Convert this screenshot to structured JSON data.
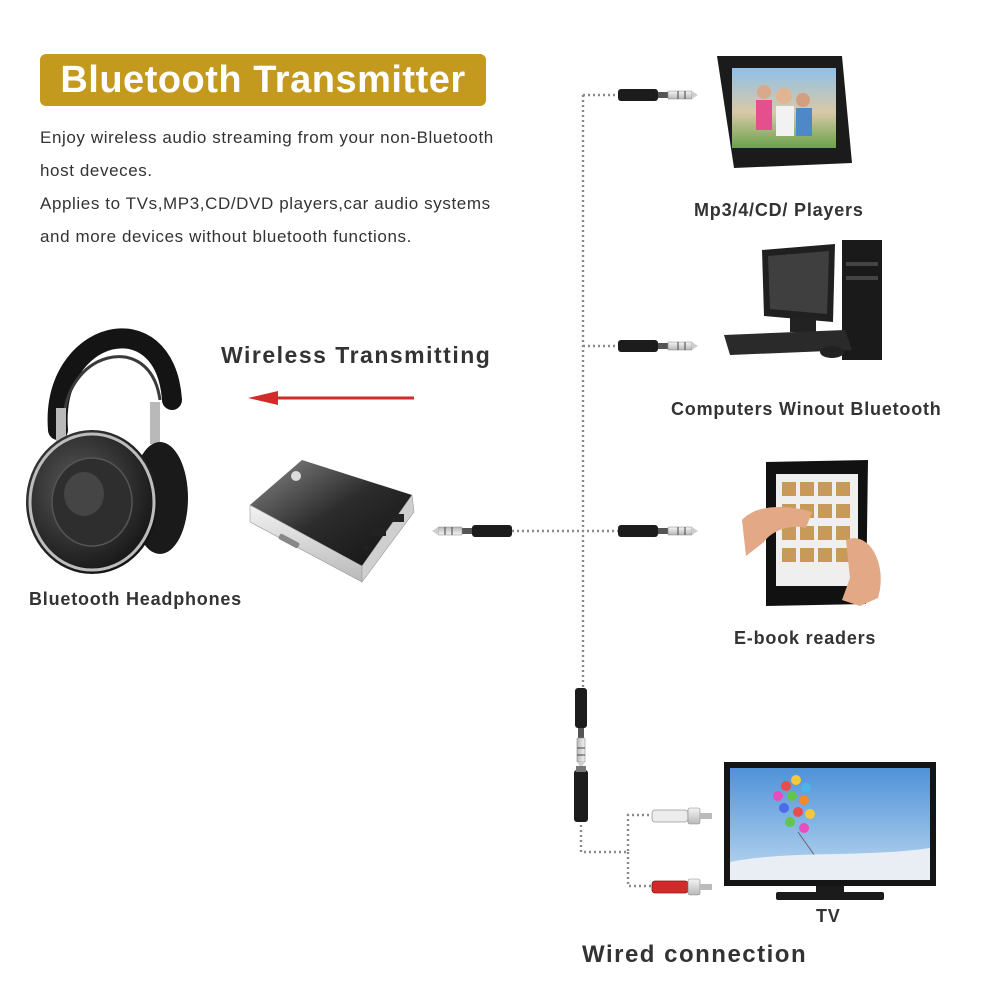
{
  "header": {
    "title": "Bluetooth Transmitter",
    "description_lines": [
      "Enjoy wireless audio streaming from your non-Bluetooth",
      "host deveces.",
      "Applies to TVs,MP3,CD/DVD players,car audio systems",
      "and more devices without bluetooth functions."
    ]
  },
  "wireless": {
    "label": "Wireless Transmitting",
    "arrow_color": "#d32a2a"
  },
  "headphones": {
    "label": "Bluetooth Headphones"
  },
  "devices": {
    "mp3": {
      "label": "Mp3/4/CD/ Players"
    },
    "computer": {
      "label": "Computers Winout Bluetooth"
    },
    "ebook": {
      "label": "E-book readers"
    },
    "tv": {
      "label": "TV"
    }
  },
  "wired": {
    "label": "Wired connection"
  },
  "colors": {
    "accent": "#c39a1d",
    "cable": "#8a8a8a",
    "arrow": "#d32a2a"
  },
  "icons": [
    "headphones-icon",
    "transmitter-box-icon",
    "photo-frame-icon",
    "desktop-computer-icon",
    "tablet-icon",
    "tv-icon",
    "audio-jack-icon",
    "rca-plug-icon"
  ]
}
